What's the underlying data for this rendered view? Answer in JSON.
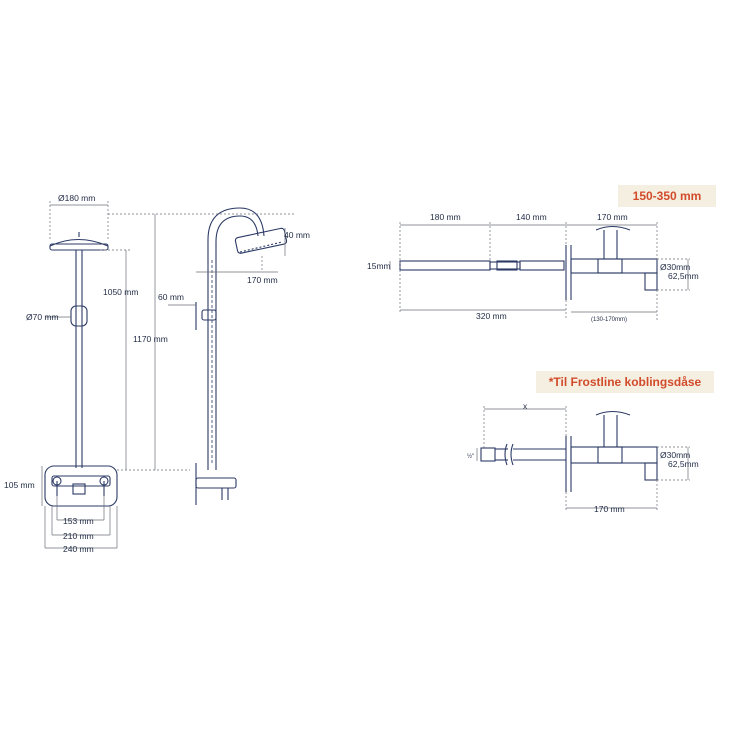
{
  "colors": {
    "line": "#2c3a66",
    "dim_line": "#6b6f7a",
    "text": "#1f2a44",
    "callout_bg": "#f5efe1",
    "callout_text": "#d24b2a"
  },
  "callouts": {
    "range": "150-350 mm",
    "note": "*Til Frostline koblingsdåse"
  },
  "front_view": {
    "head_diameter": "Ø180 mm",
    "height_to_head": "1050 mm",
    "total_height": "1170 mm",
    "bracket_diameter": "Ø70 mm",
    "base_height": "105 mm",
    "mixer_spacing": "153 mm",
    "plate_width": "210 mm",
    "base_width": "240 mm"
  },
  "side_view": {
    "head_thickness": "40 mm",
    "head_projection": "170 mm",
    "bracket_offset": "60 mm"
  },
  "top_view": {
    "seg_left": "180 mm",
    "seg_mid": "140 mm",
    "seg_right": "170 mm",
    "pipe_dia": "15mm",
    "connector_dia": "Ø30mm",
    "height": "62,5mm",
    "total": "320 mm",
    "adjust_range": "(130-170mm)"
  },
  "frostline_view": {
    "x_label": "x",
    "thread": "½\"",
    "connector_dia": "Ø30mm",
    "height": "62,5mm",
    "depth": "170 mm"
  }
}
